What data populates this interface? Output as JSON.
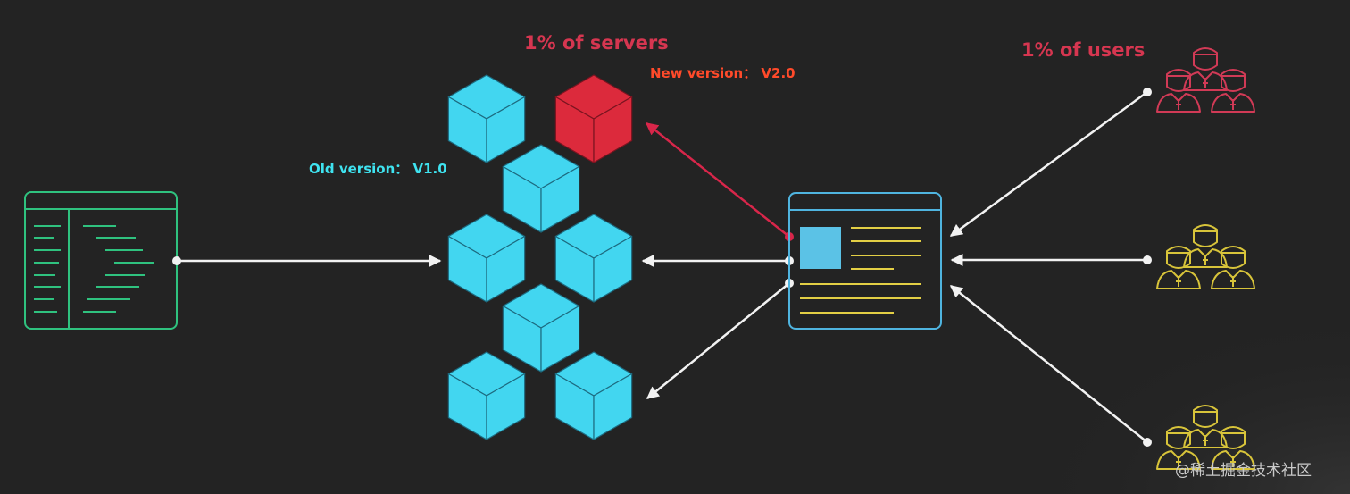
{
  "labels": {
    "servers_share": "1% of servers",
    "users_share": "1% of users",
    "new_version": "New version： V2.0",
    "old_version": "Old version： V1.0",
    "watermark": "@稀土掘金技术社区"
  },
  "colors": {
    "background": "#232323",
    "old_server": "#42d6f0",
    "new_server": "#dc2a3c",
    "code_panel": "#2fc27f",
    "router": "#4fb4df",
    "router_lines": "#e3cf45",
    "canary_users": "#d13a56",
    "stable_users": "#d8c43a",
    "arrows": "#f2f2f2",
    "canary_arrow": "#d8264a"
  },
  "icons": {
    "code_panel": "code-editor-icon",
    "router": "load-balancer-icon",
    "server": "cube-icon",
    "users": "user-group-icon"
  }
}
